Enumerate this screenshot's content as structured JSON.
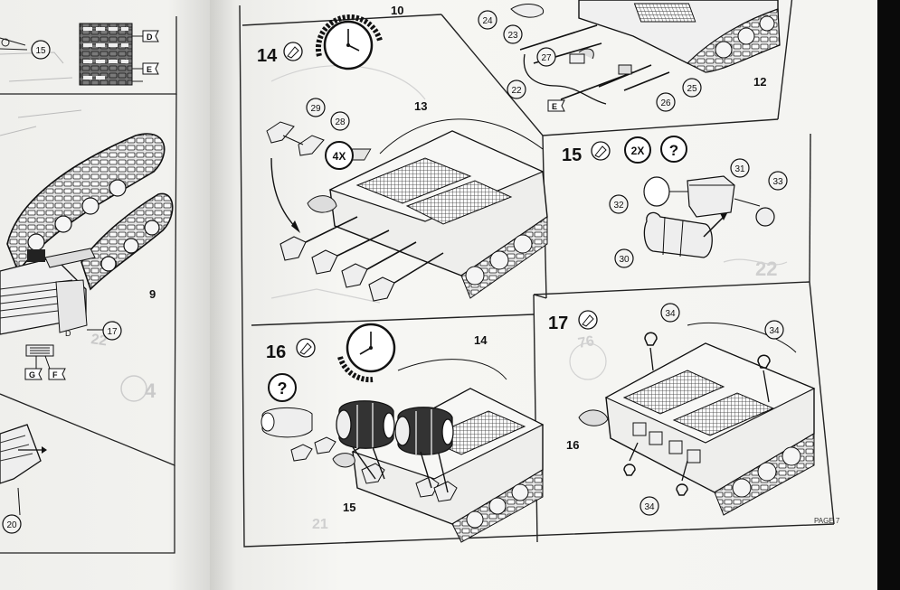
{
  "left_page": {
    "callouts": [
      {
        "id": "lp-15",
        "label": "15"
      },
      {
        "id": "lp-17",
        "label": "17"
      },
      {
        "id": "lp-20",
        "label": "20"
      },
      {
        "id": "lp-9",
        "label": "9"
      }
    ],
    "flags": [
      {
        "id": "flag-D",
        "label": "D"
      },
      {
        "id": "flag-E",
        "label": "E"
      },
      {
        "id": "flag-G",
        "label": "G"
      },
      {
        "id": "flag-F",
        "label": "F"
      }
    ],
    "small_label": "D"
  },
  "right_page": {
    "top_label": "10",
    "step14": {
      "number": "14",
      "multiplier": "4X",
      "parts": [
        {
          "id": "s14-29",
          "label": "29"
        },
        {
          "id": "s14-28",
          "label": "28"
        },
        {
          "id": "s14-13",
          "label": "13"
        }
      ]
    },
    "step_top_right": {
      "parts": [
        {
          "id": "tr-24",
          "label": "24"
        },
        {
          "id": "tr-23",
          "label": "23"
        },
        {
          "id": "tr-27",
          "label": "27"
        },
        {
          "id": "tr-22",
          "label": "22"
        },
        {
          "id": "tr-25",
          "label": "25"
        },
        {
          "id": "tr-26",
          "label": "26"
        },
        {
          "id": "tr-12",
          "label": "12"
        }
      ],
      "flag": "E"
    },
    "step15": {
      "number": "15",
      "multiplier": "2X",
      "question": "?",
      "parts": [
        {
          "id": "s15-31",
          "label": "31"
        },
        {
          "id": "s15-32",
          "label": "32"
        },
        {
          "id": "s15-33",
          "label": "33"
        },
        {
          "id": "s15-30",
          "label": "30"
        }
      ]
    },
    "step16": {
      "number": "16",
      "question": "?",
      "parts": [
        {
          "id": "s16-14",
          "label": "14"
        },
        {
          "id": "s16-15",
          "label": "15"
        }
      ]
    },
    "step17": {
      "number": "17",
      "parts": [
        {
          "id": "s17-34a",
          "label": "34"
        },
        {
          "id": "s17-34b",
          "label": "34"
        },
        {
          "id": "s17-16",
          "label": "16"
        },
        {
          "id": "s17-34c",
          "label": "34"
        }
      ]
    },
    "page_label": "PAGE 7"
  },
  "colors": {
    "paper": "#f4f4f2",
    "ink": "#111111",
    "background": "#0b0b0b"
  }
}
